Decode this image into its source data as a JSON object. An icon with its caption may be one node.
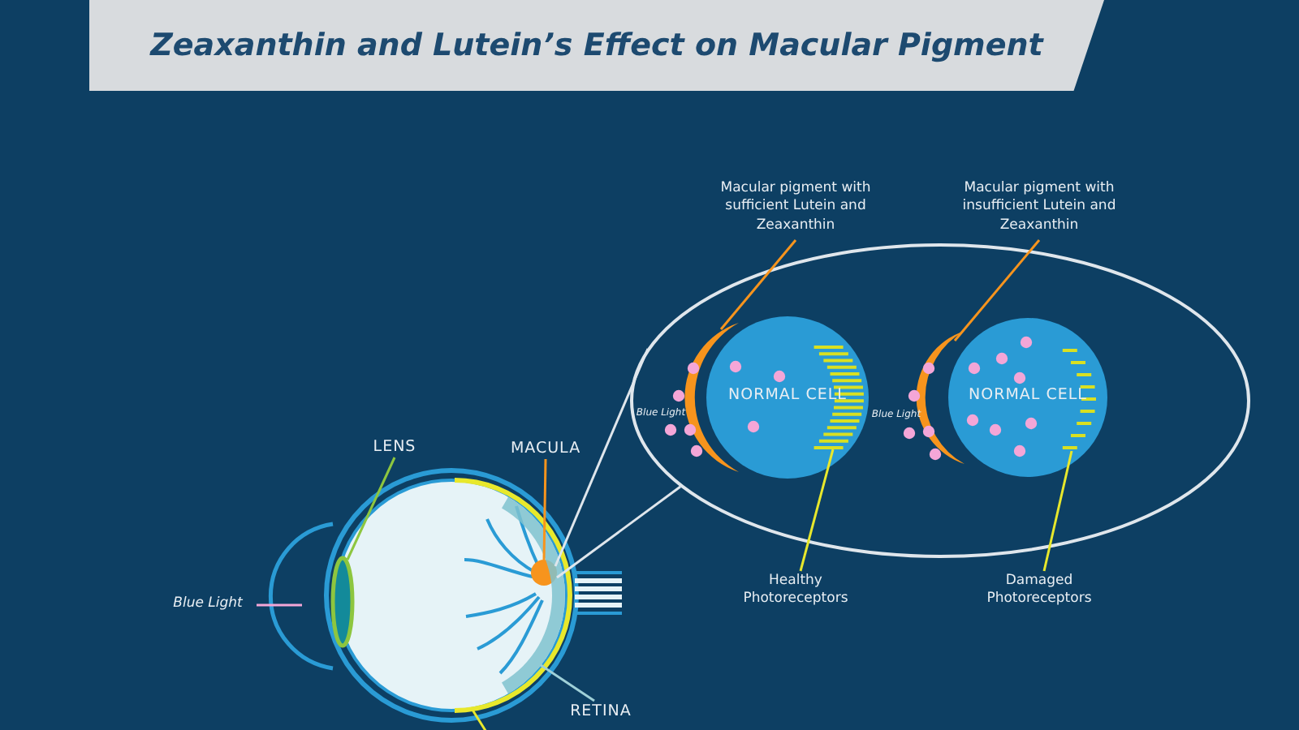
{
  "diagram": {
    "title": "Zeaxanthin and Lutein’s Effect on Macular Pigment",
    "nodes": [
      {
        "text": [],
        "shape": "ellipse"
      },
      {
        "text": [
          "Macular pigment with sufficient Lutein and Zeaxanthin"
        ]
      },
      {
        "text": [
          "Macular pigment with insufficient Lutein and Zeaxanthin"
        ]
      },
      {
        "text": [
          "NORMAL CELL"
        ],
        "in": 0
      },
      {
        "text": [
          "NORMAL CELL"
        ],
        "in": 0
      },
      {
        "text": [],
        "shape": "crescent",
        "in": 0
      },
      {
        "text": [],
        "shape": "crescent",
        "in": 0
      },
      {
        "text": [],
        "shape": "stripes",
        "in": 3
      },
      {
        "text": [],
        "shape": "stripes",
        "in": 4
      },
      {
        "text": [
          "LENS"
        ]
      },
      {
        "text": [
          "MACULA"
        ]
      },
      {
        "text": [],
        "shape": "picture"
      },
      {
        "text": [],
        "shape": "ellipse",
        "in": 11
      },
      {
        "text": [],
        "shape": "circle",
        "in": 11
      },
      {
        "text": [],
        "shape": "band",
        "in": 11
      },
      {
        "text": [
          "Healthy Photoreceptors"
        ]
      },
      {
        "text": [
          "Damaged Photoreceptors"
        ]
      },
      {
        "text": [
          "RETINA"
        ]
      }
    ],
    "edges": [
      {
        "from": 1,
        "to": 5,
        "arrow": "none",
        "color": "#f7941d"
      },
      {
        "from": 2,
        "to": 6,
        "arrow": "none",
        "color": "#f7941d"
      },
      {
        "from": 15,
        "to": 7,
        "arrow": "none",
        "color": "#e8e82c"
      },
      {
        "from": 16,
        "to": 8,
        "arrow": "none",
        "color": "#e8e82c"
      },
      {
        "from": 9,
        "to": 12,
        "arrow": "none",
        "color": "#8dc63f"
      },
      {
        "from": 10,
        "to": 13,
        "arrow": "none",
        "color": "#f7941d"
      },
      {
        "from": 17,
        "to": 14,
        "arrow": "none",
        "color": "#9fd0d8"
      },
      {
        "from": 13,
        "to": 0,
        "arrow": "none",
        "color": "#dfe6ec"
      },
      {
        "from": 13,
        "to": 0,
        "arrow": "none",
        "color": "#dfe6ec"
      }
    ],
    "labels": [
      "Blue Light",
      "Blue Light",
      "Blue Light"
    ]
  }
}
